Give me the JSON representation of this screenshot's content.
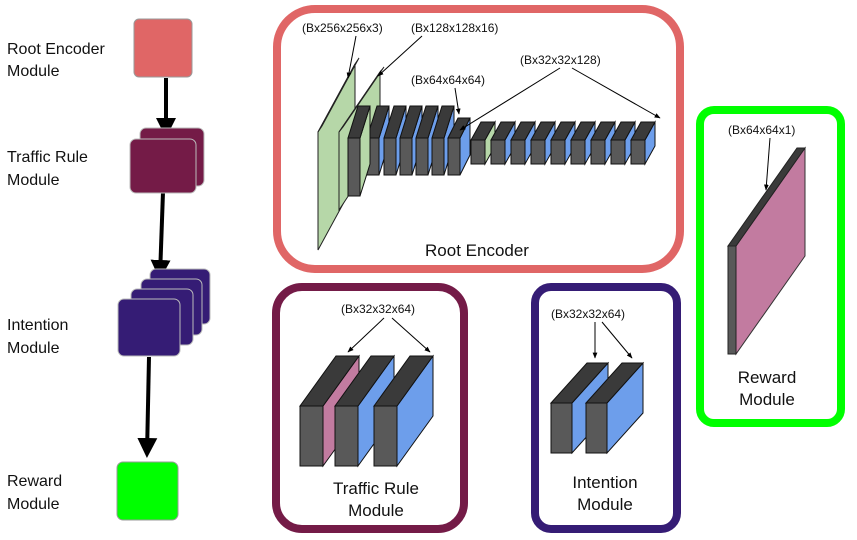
{
  "pipeline": {
    "modules": [
      {
        "label_line1": "Root Encoder",
        "label_line2": "Module",
        "color": "#E06666"
      },
      {
        "label_line1": "Traffic Rule",
        "label_line2": "Module",
        "color": "#741B47"
      },
      {
        "label_line1": "Intention",
        "label_line2": "Module",
        "color": "#351C75"
      },
      {
        "label_line1": "Reward",
        "label_line2": "Module",
        "color": "#00FF00"
      }
    ]
  },
  "root_encoder": {
    "title": "Root Encoder",
    "border_color": "#E06666",
    "dims": [
      "(Bx256x256x3)",
      "(Bx128x128x16)",
      "(Bx64x64x64)",
      "(Bx32x32x128)"
    ]
  },
  "traffic_rule": {
    "title_line1": "Traffic Rule",
    "title_line2": "Module",
    "border_color": "#741B47",
    "dims": "(Bx32x32x64)"
  },
  "intention": {
    "title_line1": "Intention",
    "title_line2": "Module",
    "border_color": "#351C75",
    "dims": "(Bx32x32x64)"
  },
  "reward": {
    "title_line1": "Reward",
    "title_line2": "Module",
    "border_color": "#00FF00",
    "dims": "(Bx64x64x1)"
  },
  "colors": {
    "layer_green": "#B6D7A8",
    "layer_blue": "#6D9EEB",
    "layer_gray": "#595959",
    "layer_pink": "#C27BA0"
  }
}
